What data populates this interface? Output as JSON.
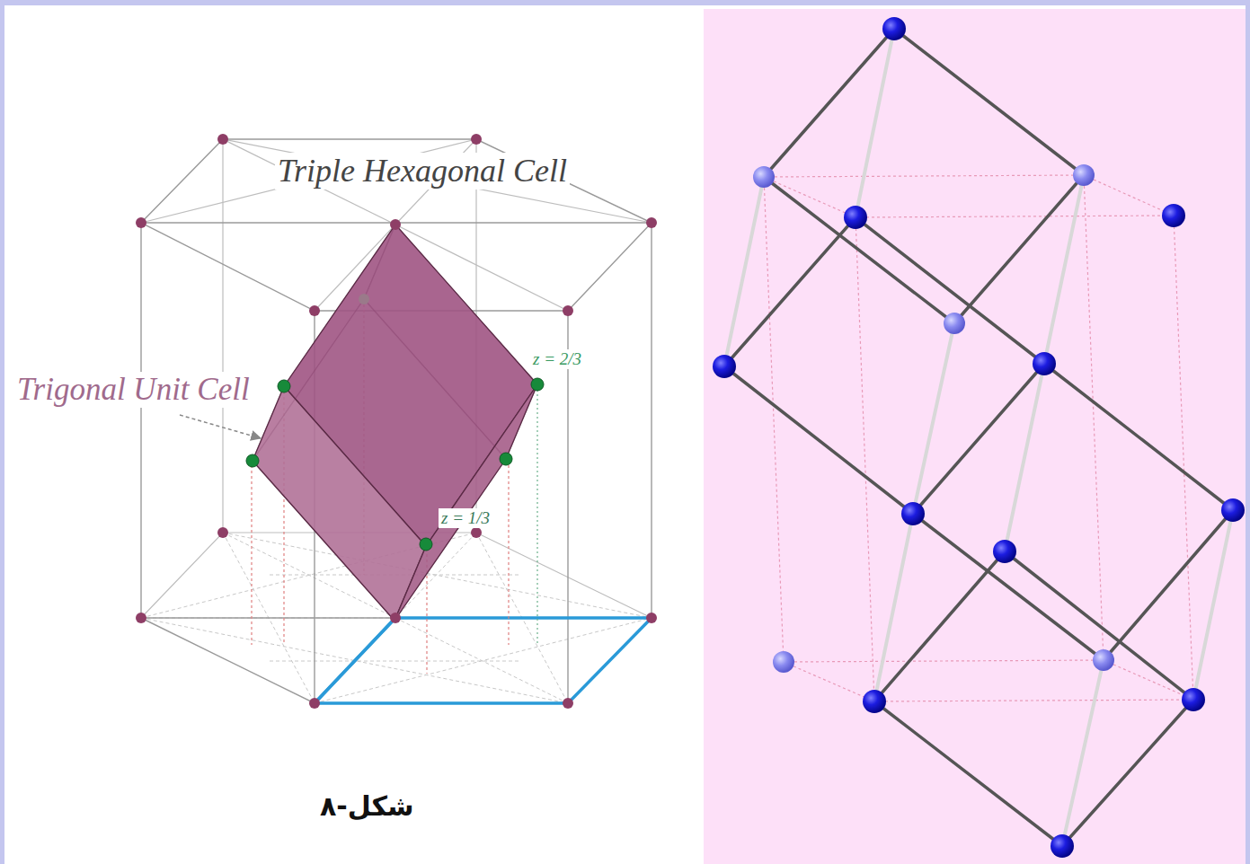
{
  "diagram": {
    "caption": "شکل-۸",
    "labels": [
      "Triple Hexagonal Cell",
      "Trigonal Unit Cell",
      "z = 2/3",
      "z = 1/3"
    ]
  }
}
